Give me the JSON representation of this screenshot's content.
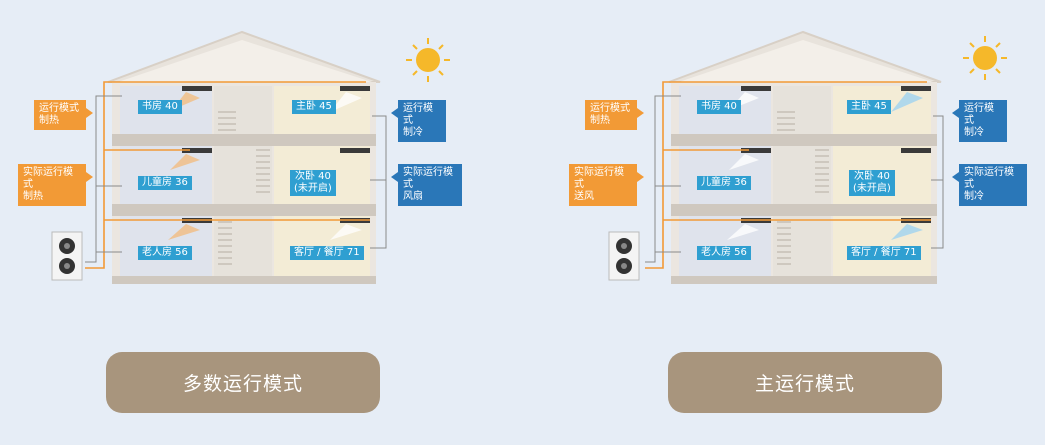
{
  "left": {
    "caption": "多数运行模式",
    "set_mode": "运行模式\n制热",
    "actual_left": "实际运行模式\n制热",
    "right_set": "运行模式\n制冷",
    "right_actual": "实际运行模式\n风扇",
    "rooms": {
      "study": "书房 40",
      "master": "主卧 45",
      "kids": "儿童房 36",
      "second": "次卧 40\n(未开启)",
      "elder": "老人房 56",
      "living": "客厅 / 餐厅 71"
    }
  },
  "right": {
    "caption": "主运行模式",
    "set_mode": "运行模式\n制热",
    "actual_left": "实际运行模式\n送风",
    "right_set": "运行模式\n制冷",
    "right_actual": "实际运行模式\n制冷",
    "rooms": {
      "study": "书房 40",
      "master": "主卧 45",
      "kids": "儿童房 36",
      "second": "次卧 40\n(未开启)",
      "elder": "老人房 56",
      "living": "客厅 / 餐厅 71"
    }
  },
  "colors": {
    "background": "#e6edf6",
    "caption_bg": "#a8957d",
    "orange": "#f29a36",
    "blue": "#2a77b8",
    "room_label": "#2f9fd1",
    "sun": "#f5b82a"
  }
}
